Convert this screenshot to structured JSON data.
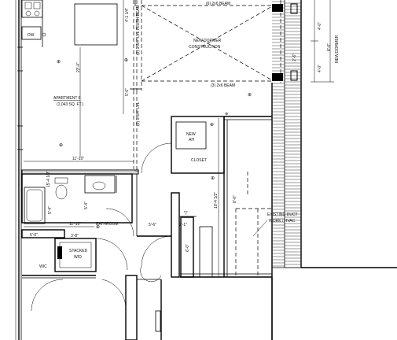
{
  "labels": {
    "beam_top": "(6) 2x6 BEAM",
    "beam_bottom": "(3) 2x6 BEAM",
    "new_dormer": "NEW DORMER\nCONSTRUCTION",
    "lvl_flush_1": "(2) 1-3/4\" LVL FLUSH BEAM\n(LOW ROOF)",
    "lvl_flush_2": "(2) 1-3/4\" LVL FLUSH BEAM\n(LOW ROOF)",
    "lvl_drop": "(2) 1-3/4\" LVL\n(LOW ROOF)",
    "apartment": "APARTMENT 6",
    "apartment_area": "(1,043 SQ. FT.)",
    "new_ah": "NEW\nAH",
    "closet": "CLOSET",
    "bathroom": "BATHROOM",
    "stacked": "STACKED\nW/D",
    "wic": "WIC",
    "dw": "DW",
    "existing_duct": "EXISTING DUCT\nWORK / HVAC",
    "new_dormer_right": "NEW DORMER"
  },
  "dimensions": {
    "d_4_1_4": "4'-1 1/4\"",
    "d_23_4": "23'-4\"",
    "d_5_0": "5'-0\"",
    "d_8_0": "8'-0\"",
    "d_11_10_a": "11'-10\"",
    "d_11_10_b": "11'-10\"",
    "d_5_4": "5'-4\"",
    "d_5_4_b": "5'-4\"",
    "d_5_6": "5'-6\"",
    "d_2_1": "2'-1\"",
    "d_5_0_b": "5'-0\"",
    "d_3_8": "3'-8\"",
    "d_6_0": "6'-0\"",
    "d_10_4_1_2": "10'-4 1/2\"",
    "d_15_4_1_2": "15'-4 1/2\"",
    "d_8_0_r": "8'-0\"",
    "d_4_0_a": "4'-0\"",
    "d_4_0_b": "4'-0\"",
    "d_2_6": "2'-6\""
  }
}
